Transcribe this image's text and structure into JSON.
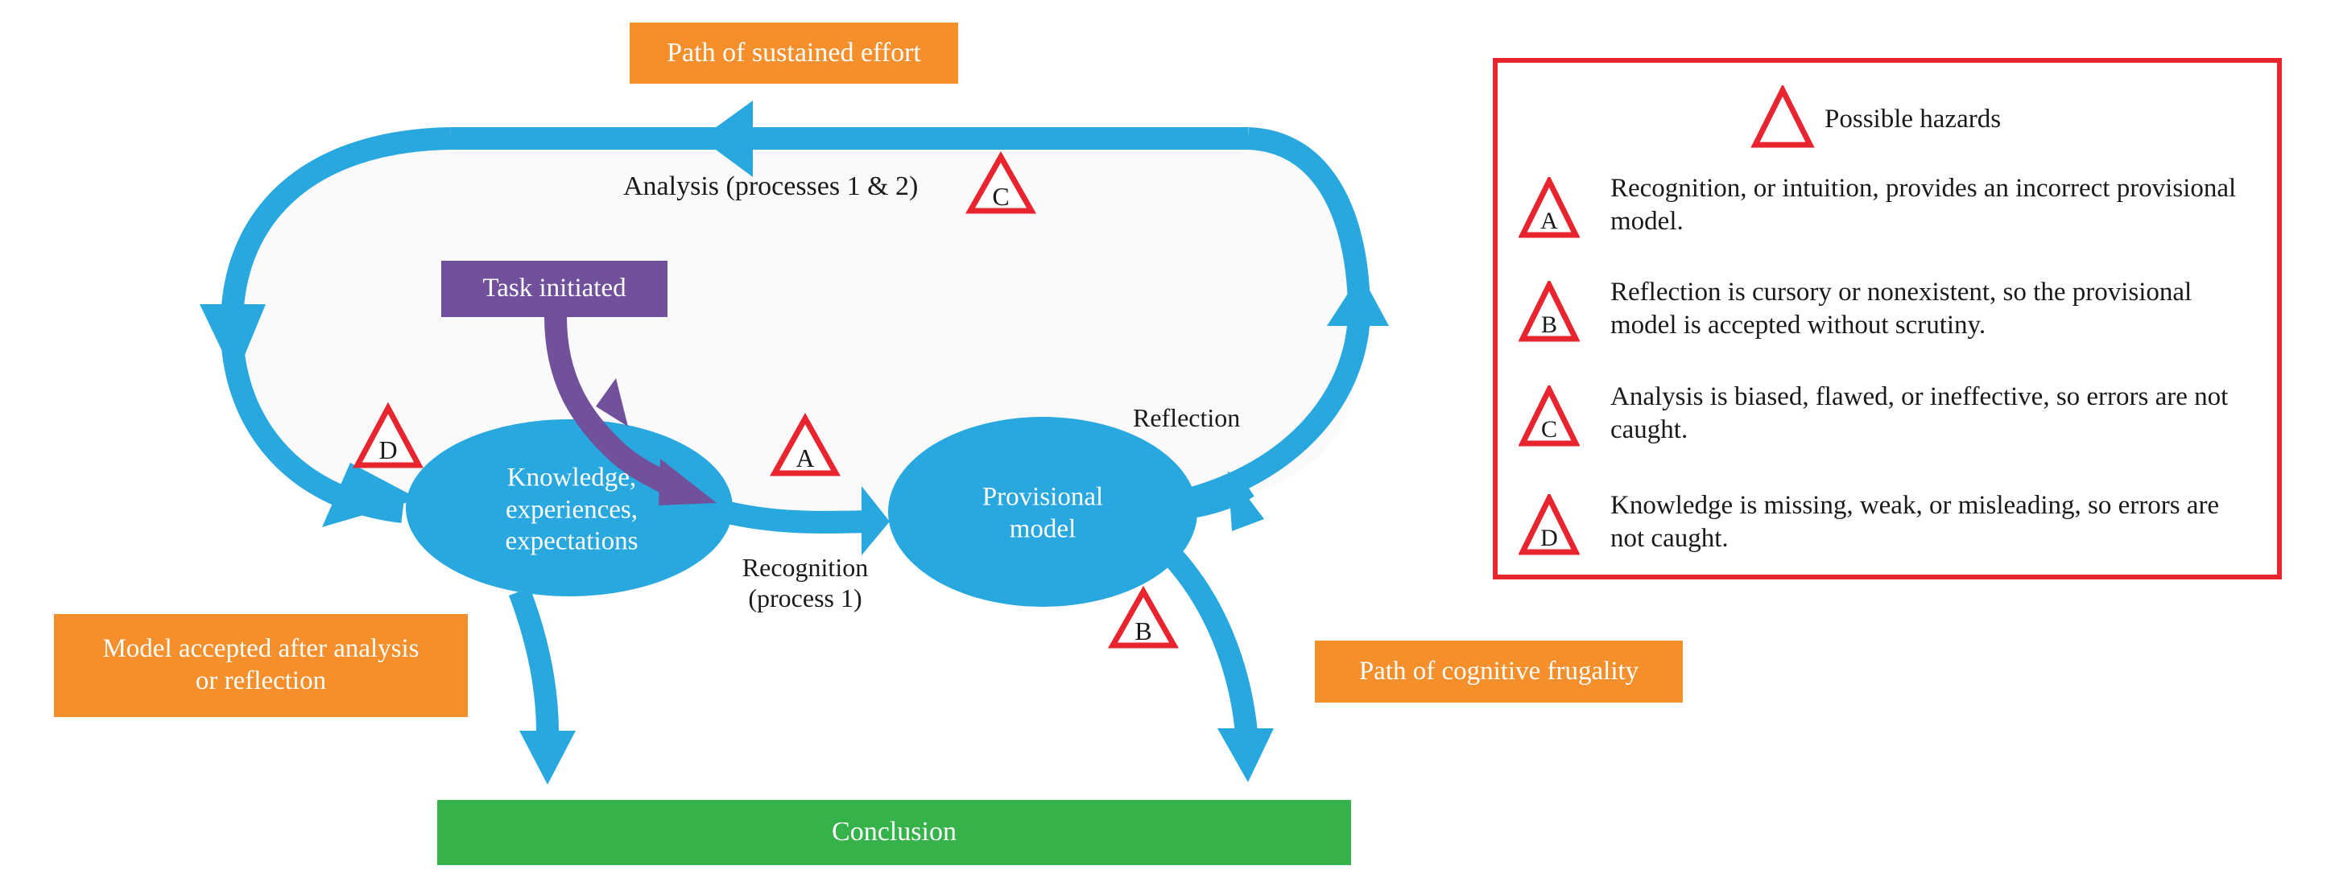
{
  "colors": {
    "flow_blue": "#29a8e0",
    "task_purple": "#71509c",
    "path_orange": "#f48f2c",
    "conclusion_green": "#35b24a",
    "hazard_red": "#e8242f",
    "loop_fill": "#fafafa"
  },
  "diagram": {
    "path_sustained_effort": "Path of sustained effort",
    "analysis_label": "Analysis (processes 1 & 2)",
    "task_initiated": "Task initiated",
    "knowledge_node": [
      "Knowledge,",
      "experiences,",
      "expectations"
    ],
    "provisional_node": [
      "Provisional",
      "model"
    ],
    "reflection_label": "Reflection",
    "recognition_label": [
      "Recognition",
      "(process 1)"
    ],
    "model_accepted": [
      "Model accepted after analysis",
      "or reflection"
    ],
    "path_cognitive_frugality": "Path of cognitive frugality",
    "conclusion": "Conclusion",
    "hazard_markers": {
      "analysis": "C",
      "knowledge": "D",
      "recognition": "A",
      "provisional": "B"
    }
  },
  "legend": {
    "title": "Possible hazards",
    "items": [
      {
        "letter": "A",
        "text": "Recognition, or intuition, provides an incorrect provisional model."
      },
      {
        "letter": "B",
        "text": "Reflection is cursory or nonexistent, so the provisional model is accepted without scrutiny."
      },
      {
        "letter": "C",
        "text": "Analysis is biased, flawed, or ineffective, so errors are not caught."
      },
      {
        "letter": "D",
        "text": "Knowledge is missing, weak, or misleading, so errors are not caught."
      }
    ]
  }
}
